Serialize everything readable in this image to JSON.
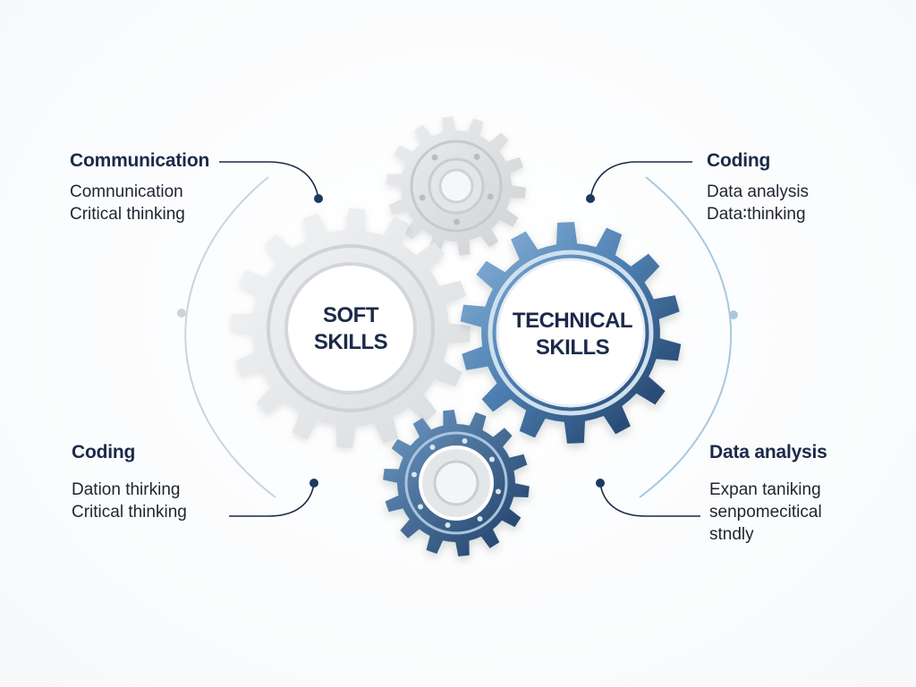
{
  "gears": {
    "soft": {
      "line1": "SOFT",
      "line2": "SKILLS"
    },
    "technical": {
      "line1": "TECHNICAL",
      "line2": "SKILLS"
    }
  },
  "blocks": {
    "top_left": {
      "heading": "Communication",
      "lines": [
        "Comnunication",
        "Critical thinking"
      ]
    },
    "top_right": {
      "heading": "Coding",
      "lines": [
        "Data analysis",
        "Data∶thinking"
      ]
    },
    "bottom_left": {
      "heading": "Coding",
      "lines": [
        "Dation thirking",
        "Critical thinking"
      ]
    },
    "bottom_right": {
      "heading": "Data analysis",
      "lines": [
        "Expan taniking",
        "senpomecitical",
        "stndly"
      ]
    }
  },
  "colors": {
    "navy": "#1b3a63",
    "mid_blue": "#5a8fbd",
    "light_gray": "#e4e6e9",
    "arc_left": "#cfd2d6",
    "arc_right": "#a9c8de"
  }
}
